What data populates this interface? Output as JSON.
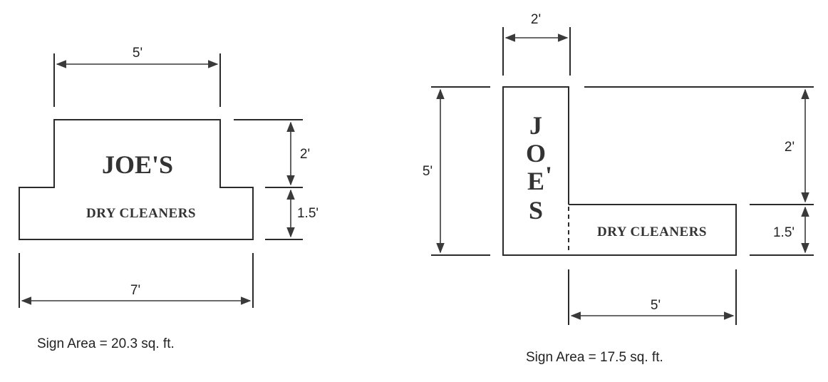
{
  "sign_a": {
    "main_text": "JOE'S",
    "sub_text": "DRY CLEANERS",
    "dim_top": "5'",
    "dim_upper": "2'",
    "dim_lower": "1.5'",
    "dim_bottom": "7'",
    "area_text": "Sign Area = 20.3 sq. ft."
  },
  "sign_b": {
    "vertical_letters": [
      "J",
      "O",
      "E",
      "'",
      "S"
    ],
    "sub_text": "DRY CLEANERS",
    "dim_top": "2'",
    "dim_left": "5'",
    "dim_right_upper": "2'",
    "dim_right_lower": "1.5'",
    "dim_bottom": "5'",
    "area_text": "Sign Area = 17.5 sq. ft."
  }
}
